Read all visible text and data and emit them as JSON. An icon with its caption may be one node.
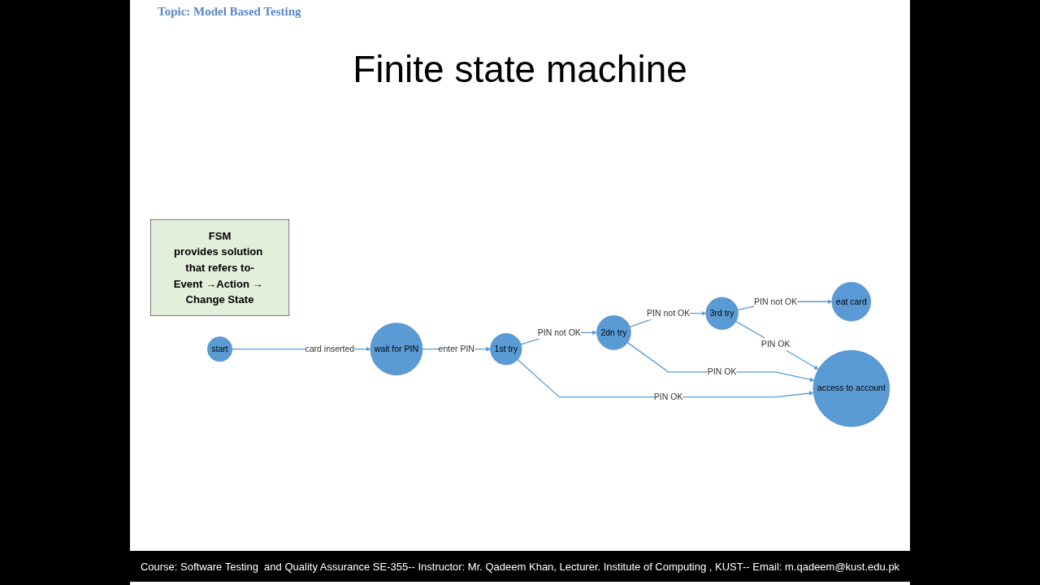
{
  "diagram": {
    "title": "Finite state machine",
    "nodes": [
      {
        "text": [
          "FSM",
          "provides solution that refers to-",
          "Event →Action → Change State"
        ]
      },
      {
        "text": [
          "start"
        ]
      },
      {
        "text": [
          "wait for PIN"
        ]
      },
      {
        "text": [
          "1st try"
        ]
      },
      {
        "text": [
          "2dn try"
        ]
      },
      {
        "text": [
          "3rd try"
        ]
      },
      {
        "text": [
          "eat card"
        ]
      },
      {
        "text": [
          "access to account"
        ]
      }
    ],
    "edges": [
      {
        "from": 1,
        "to": 2,
        "arrow": "to",
        "label": "card inserted"
      },
      {
        "from": 2,
        "to": 3,
        "arrow": "to",
        "label": "enter PIN"
      },
      {
        "from": 3,
        "to": 4,
        "arrow": "to",
        "label": "PIN not OK"
      },
      {
        "from": 4,
        "to": 5,
        "arrow": "to",
        "label": "PIN not OK"
      },
      {
        "from": 5,
        "to": 6,
        "arrow": "to",
        "label": "PIN not OK"
      },
      {
        "from": 3,
        "to": 7,
        "arrow": "to",
        "label": "PIN OK"
      },
      {
        "from": 4,
        "to": 7,
        "arrow": "to",
        "label": "PIN OK"
      },
      {
        "from": 5,
        "to": 7,
        "arrow": "to",
        "label": "PIN OK"
      }
    ],
    "labels": [
      "Topic: Model Based Testing",
      "Course: Software Testing  and Quality Assurance SE-355-- Instructor: Mr. Qadeem Khan, Lecturer. Institute of Computing , KUST-- Email: m.qadeem@kust.edu.pk"
    ]
  }
}
